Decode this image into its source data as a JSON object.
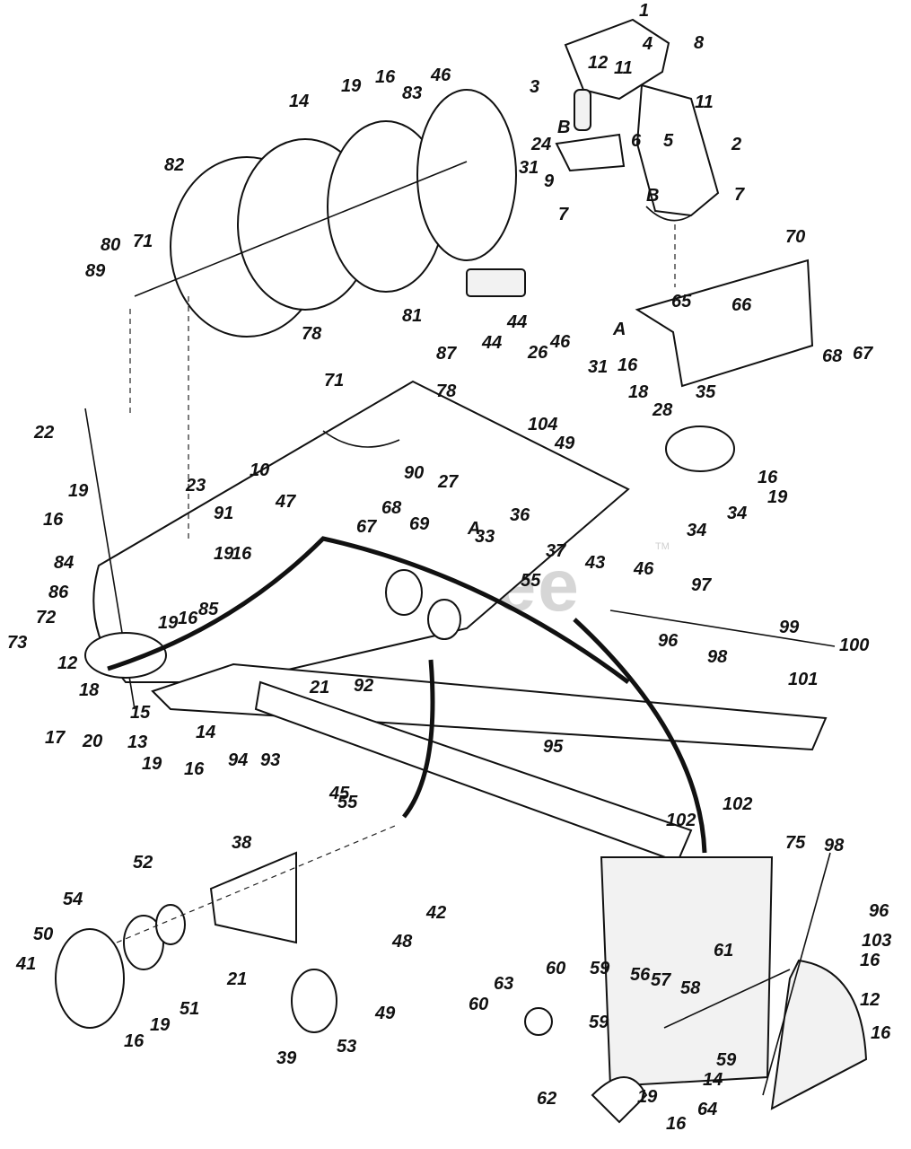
{
  "watermark": {
    "text": "PartsTree",
    "trademark": "TM"
  },
  "callouts": {
    "c1": "1",
    "c2": "2",
    "c3": "3",
    "c4": "4",
    "c5": "5",
    "c6": "6",
    "c7a": "7",
    "c7b": "7",
    "c8": "8",
    "c9": "9",
    "c10": "10",
    "c11a": "11",
    "c11b": "11",
    "c12a": "12",
    "c12b": "12",
    "c12c": "12",
    "c13": "13",
    "c14a": "14",
    "c14b": "14",
    "c14c": "14",
    "c15": "15",
    "c16a": "16",
    "c16b": "16",
    "c16c": "16",
    "c16d": "16",
    "c16e": "16",
    "c16f": "16",
    "c16g": "16",
    "c16h": "16",
    "c16i": "16",
    "c16j": "16",
    "c16k": "16",
    "c17": "17",
    "c18a": "18",
    "c18b": "18",
    "c19a": "19",
    "c19b": "19",
    "c19c": "19",
    "c19d": "19",
    "c19e": "19",
    "c19f": "19",
    "c19g": "19",
    "c19h": "19",
    "c20": "20",
    "c21a": "21",
    "c21b": "21",
    "c22": "22",
    "c23": "23",
    "c24": "24",
    "c26": "26",
    "c27": "27",
    "c28": "28",
    "c31a": "31",
    "c31b": "31",
    "c33": "33",
    "c34a": "34",
    "c34b": "34",
    "c35": "35",
    "c36": "36",
    "c37": "37",
    "c38": "38",
    "c39": "39",
    "c41": "41",
    "c42": "42",
    "c43": "43",
    "c44a": "44",
    "c44b": "44",
    "c45": "45",
    "c46a": "46",
    "c46b": "46",
    "c46c": "46",
    "c47": "47",
    "c48": "48",
    "c49a": "49",
    "c49b": "49",
    "c50": "50",
    "c51": "51",
    "c52": "52",
    "c53": "53",
    "c54": "54",
    "c55a": "55",
    "c55b": "55",
    "c56": "56",
    "c57": "57",
    "c58": "58",
    "c59a": "59",
    "c59b": "59",
    "c59c": "59",
    "c60a": "60",
    "c60b": "60",
    "c61": "61",
    "c62": "62",
    "c63": "63",
    "c64": "64",
    "c65": "65",
    "c66": "66",
    "c67a": "67",
    "c67b": "67",
    "c68a": "68",
    "c68b": "68",
    "c69": "69",
    "c70": "70",
    "c71a": "71",
    "c71b": "71",
    "c72": "72",
    "c73": "73",
    "c75": "75",
    "c78a": "78",
    "c78b": "78",
    "c80": "80",
    "c81": "81",
    "c82": "82",
    "c83": "83",
    "c84": "84",
    "c85": "85",
    "c86": "86",
    "c87": "87",
    "c89": "89",
    "c90": "90",
    "c91": "91",
    "c92": "92",
    "c93": "93",
    "c94": "94",
    "c95": "95",
    "c96a": "96",
    "c96b": "96",
    "c97": "97",
    "c98a": "98",
    "c98b": "98",
    "c99": "99",
    "c100": "100",
    "c101": "101",
    "c102a": "102",
    "c102b": "102",
    "c103": "103",
    "c104": "104"
  },
  "reference_marks": {
    "A1": "A",
    "A2": "A",
    "B1": "B",
    "B2": "B"
  }
}
